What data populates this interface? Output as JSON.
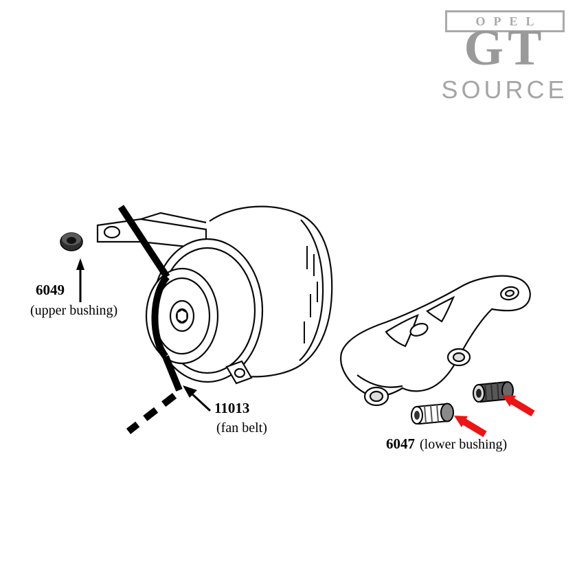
{
  "logo": {
    "opel": "OPEL",
    "gt": "GT",
    "source": "SOURCE"
  },
  "labels": {
    "upper_bushing": {
      "number": "6049",
      "caption": "(upper bushing)"
    },
    "fan_belt": {
      "number": "11013",
      "caption": "(fan belt)"
    },
    "lower_bushing": {
      "number": "6047",
      "caption": "(lower bushing)"
    }
  },
  "colors": {
    "line": "#0a0a0a",
    "logo_gray": "#9a9a9a",
    "arrow_red": "#ec1414",
    "background": "#ffffff"
  },
  "diagram": {
    "description": "Exploded parts illustration of Opel GT alternator mounting: alternator with pulley, fan belt, upper bushing nut, lower mounting bracket and two lower bushings",
    "parts": [
      "alternator",
      "fan belt",
      "upper bushing",
      "lower mounting bracket",
      "lower bushings"
    ]
  }
}
